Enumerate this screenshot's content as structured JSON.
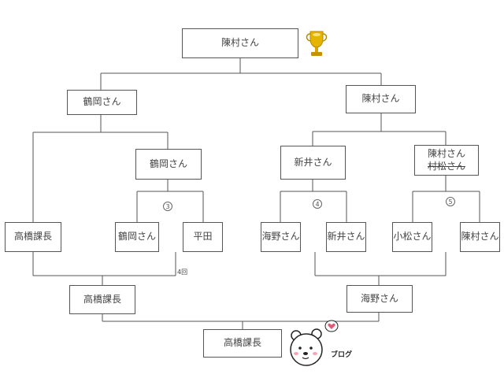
{
  "diagram": {
    "champion": "陳村さん",
    "semi_left": "鶴岡さん",
    "semi_right": "陳村さん",
    "qf_left_top": "鶴岡さん",
    "qf_right_top": "新井さん",
    "qf_right_top2_line1": "陳村さん",
    "qf_right_top2_line2": "村松さん",
    "left_outer": "高橋課長",
    "match3_a": "鶴岡さん",
    "match3_b": "平田",
    "match4_a": "海野さん",
    "match4_b": "新井さん",
    "match5_a": "小松さん",
    "match5_b": "陳村さん",
    "bottom_left": "高橋課長",
    "bottom_right": "海野さん",
    "final_bottom": "高橋課長",
    "match_num_3": "3",
    "match_num_4": "4",
    "match_num_5": "5",
    "side_note": "4回",
    "blog_label": "ブログ"
  },
  "icons": {
    "trophy": "trophy-icon",
    "mascot": "bear-mascot-icon",
    "heart": "heart-icon"
  },
  "colors": {
    "trophy": "#d9a400",
    "line": "#555555",
    "heart": "#e05a7a"
  }
}
